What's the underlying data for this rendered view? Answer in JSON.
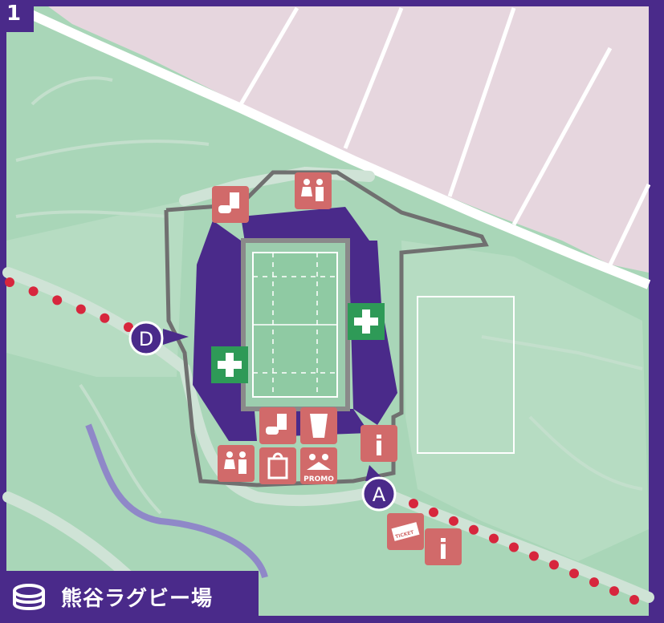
{
  "map": {
    "number": "1",
    "venue_name": "熊谷ラグビー場",
    "entrances": [
      {
        "id": "A",
        "label": "A"
      },
      {
        "id": "D",
        "label": "D"
      }
    ],
    "facility_icons": [
      {
        "type": "food-drink",
        "group": "north-west"
      },
      {
        "type": "restroom",
        "group": "north"
      },
      {
        "type": "first-aid",
        "group": "west"
      },
      {
        "type": "first-aid",
        "group": "east"
      },
      {
        "type": "food-drink",
        "group": "south"
      },
      {
        "type": "beer",
        "group": "south"
      },
      {
        "type": "restroom",
        "group": "south-west"
      },
      {
        "type": "merchandise",
        "group": "south"
      },
      {
        "type": "promo",
        "group": "south"
      },
      {
        "type": "information",
        "group": "south-east"
      },
      {
        "type": "ticket",
        "group": "entrance-a"
      },
      {
        "type": "information",
        "group": "entrance-a"
      }
    ],
    "icon_labels": {
      "promo": "PROMO",
      "ticket": "TICKET",
      "info": "i"
    },
    "colors": {
      "frame": "#4a2a8a",
      "park": "#a9d6b8",
      "park_light": "#bfe1c9",
      "urban": "#e6d6de",
      "road": "#ffffff",
      "path": "#cfe3d6",
      "stadium": "#4a2a8a",
      "pitch": "#8fcaa3",
      "fence": "#707070",
      "facility_icon": "#d16a6a",
      "first_aid": "#2e9a57",
      "route_dots": "#d7263d",
      "water": "#8f88c8"
    }
  }
}
